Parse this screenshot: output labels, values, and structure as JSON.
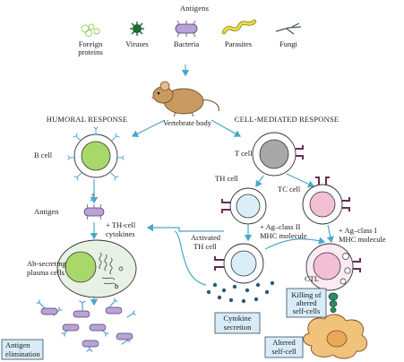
{
  "title": "Antigens",
  "antigens": [
    {
      "label_lines": [
        "Foreign",
        "proteins"
      ],
      "icon": "protein-icon"
    },
    {
      "label_lines": [
        "Viruses"
      ],
      "icon": "virus-icon"
    },
    {
      "label_lines": [
        "Bacteria"
      ],
      "icon": "bacteria-icon"
    },
    {
      "label_lines": [
        "Parasites"
      ],
      "icon": "parasite-icon"
    },
    {
      "label_lines": [
        "Fungi"
      ],
      "icon": "fungi-icon"
    }
  ],
  "host": "Vertebrate body",
  "humoral": {
    "heading": "HUMORAL RESPONSE",
    "b_cell": "B cell",
    "antigen": "Antigen",
    "th_cytokines": [
      "+ TH-cell",
      "cytokines"
    ],
    "plasma": [
      "Ab-secreting",
      "plasma cells"
    ],
    "elimination": [
      "Antigen",
      "elimination"
    ]
  },
  "cell_mediated": {
    "heading": "CELL-MEDIATED RESPONSE",
    "t_cell": "T cell",
    "th_cell": "TH cell",
    "tc_cell": "TC cell",
    "mhc2": [
      "+ Ag–class II",
      "MHC molecule"
    ],
    "mhc1": [
      "+ Ag–class I",
      "MHC molecule"
    ],
    "activated_th": [
      "Activated",
      "TH cell"
    ],
    "ctl": "CTL",
    "cytokine_secretion": [
      "Cytokine",
      "secretion"
    ],
    "killing": [
      "Killing of",
      "altered",
      "self-cells"
    ],
    "altered_self": [
      "Altered",
      "self-cell"
    ]
  },
  "colors": {
    "arrow": "#4aa6cc",
    "b_nucleus": "#a9d86a",
    "t_nucleus": "#a8a8a8",
    "th_nucleus": "#d9eef8",
    "tc_nucleus": "#f2bfd4",
    "mouse": "#c79a62",
    "label_box": "#d8ecf7",
    "altered_cell": "#f0c27a",
    "receptor": "#6a2a55"
  }
}
